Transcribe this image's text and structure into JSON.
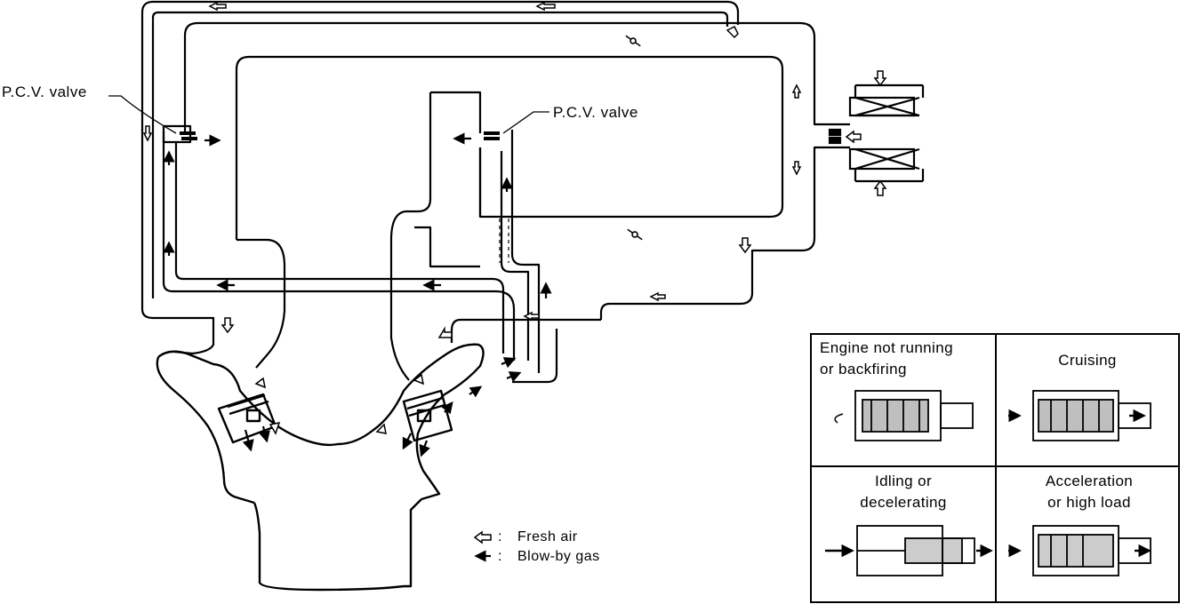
{
  "labels": {
    "pcv_left": "P.C.V. valve",
    "pcv_right": "P.C.V. valve"
  },
  "legend": {
    "fresh_air": "Fresh air",
    "blow_by": "Blow-by gas",
    "separator": ":"
  },
  "valve_states": {
    "engine_not_running_line1": "Engine not running",
    "engine_not_running_line2": "or backfiring",
    "cruising": "Cruising",
    "idling_line1": "Idling or",
    "idling_line2": "decelerating",
    "acceleration_line1": "Acceleration",
    "acceleration_line2": "or high load"
  },
  "icons": {
    "fresh_air_arrow": "hollow-arrow-left-icon",
    "blow_by_arrow": "solid-arrow-left-icon"
  }
}
